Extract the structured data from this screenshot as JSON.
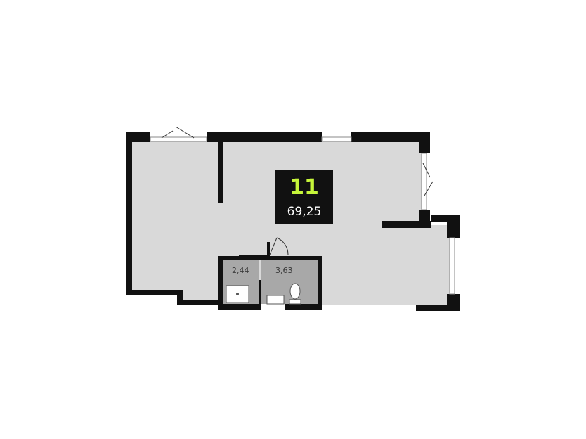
{
  "apartment": {
    "number": "11",
    "total_area": "69,25"
  },
  "rooms": [
    {
      "id": "bathroom-left",
      "area": "2,44"
    },
    {
      "id": "bathroom-right",
      "area": "3,63"
    }
  ],
  "colors": {
    "floor": "#d9d9d9",
    "wet_zone": "#a8a8a8",
    "walls": "#111111",
    "label_background": "#111111",
    "unit_number": "#c6f53a",
    "label_text": "#ffffff",
    "background": "#ffffff"
  }
}
